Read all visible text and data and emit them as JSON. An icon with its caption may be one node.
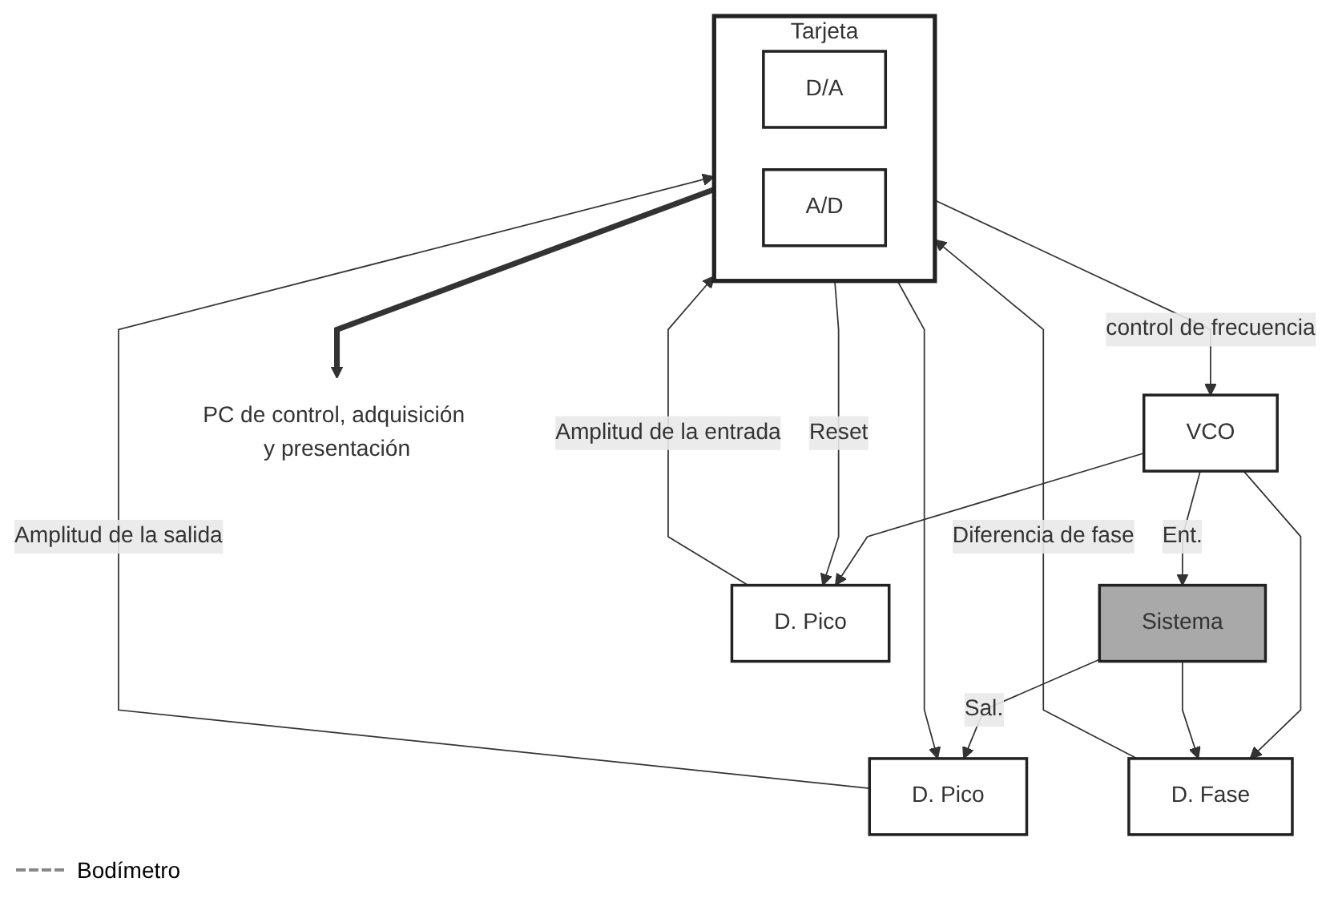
{
  "diagram": {
    "nodes": [
      {
        "text": [
          "VCO"
        ]
      },
      {
        "text": [
          "Sistema"
        ]
      },
      {
        "text": [
          "D. Pico"
        ]
      },
      {
        "text": [
          "D. Pico"
        ]
      },
      {
        "text": [
          "D. Fase"
        ]
      },
      {
        "text": [
          "Tarjeta"
        ]
      },
      {
        "text": [
          "D/A"
        ],
        "in": 5
      },
      {
        "text": [
          "A/D"
        ],
        "in": 5
      },
      {
        "text": [
          "PC de control, adquisición y presentación"
        ]
      }
    ],
    "edges": [
      {
        "from": 0,
        "to": 1,
        "arrow": "to",
        "label": "Ent."
      },
      {
        "from": 1,
        "to": 2,
        "arrow": "to",
        "label": "Sal."
      },
      {
        "from": 0,
        "to": 3,
        "arrow": "to"
      },
      {
        "from": 0,
        "to": 4,
        "arrow": "to"
      },
      {
        "from": 1,
        "to": 4,
        "arrow": "to"
      },
      {
        "from": 5,
        "to": 0,
        "arrow": "to",
        "label": "control de frecuencia"
      },
      {
        "from": 5,
        "to": 2,
        "arrow": "to"
      },
      {
        "from": 5,
        "to": 3,
        "arrow": "to",
        "label": "Reset"
      },
      {
        "from": 2,
        "to": 5,
        "arrow": "to",
        "label": "Amplitud de la salida"
      },
      {
        "from": 3,
        "to": 5,
        "arrow": "to",
        "label": "Amplitud de la entrada"
      },
      {
        "from": 4,
        "to": 5,
        "arrow": "to",
        "label": "Diferencia de fase"
      },
      {
        "from": 5,
        "to": 8,
        "arrow": "to",
        "style": "thick"
      }
    ],
    "legend": [
      {
        "text": "Bodímetro"
      }
    ]
  }
}
